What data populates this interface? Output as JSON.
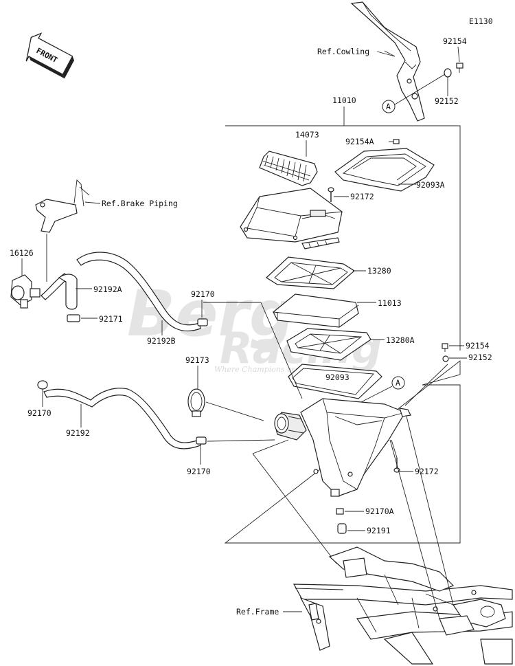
{
  "diagram_code": "E1130",
  "front_label": "FRONT",
  "refs": {
    "cowling": "Ref.Cowling",
    "brake_piping": "Ref.Brake Piping",
    "frame": "Ref.Frame"
  },
  "marker_a": "A",
  "watermark": {
    "brand_top": "Berg",
    "brand_bottom": "Racing",
    "tagline": "Where Champions are made"
  },
  "parts": {
    "p92154_top": "92154",
    "p92152_top": "92152",
    "p11010": "11010",
    "p14073": "14073",
    "p92154A": "92154A",
    "p92093A": "92093A",
    "p92172_top": "92172",
    "p13280": "13280",
    "p11013": "11013",
    "p13280A": "13280A",
    "p92093": "92093",
    "p92154_right": "92154",
    "p92152_right": "92152",
    "p16126": "16126",
    "p92192A": "92192A",
    "p92171": "92171",
    "p92192B": "92192B",
    "p92170_mid": "92170",
    "p92173": "92173",
    "p92170_left": "92170",
    "p92192": "92192",
    "p92170_low": "92170",
    "p92172_low": "92172",
    "p92170A": "92170A",
    "p92191": "92191"
  }
}
